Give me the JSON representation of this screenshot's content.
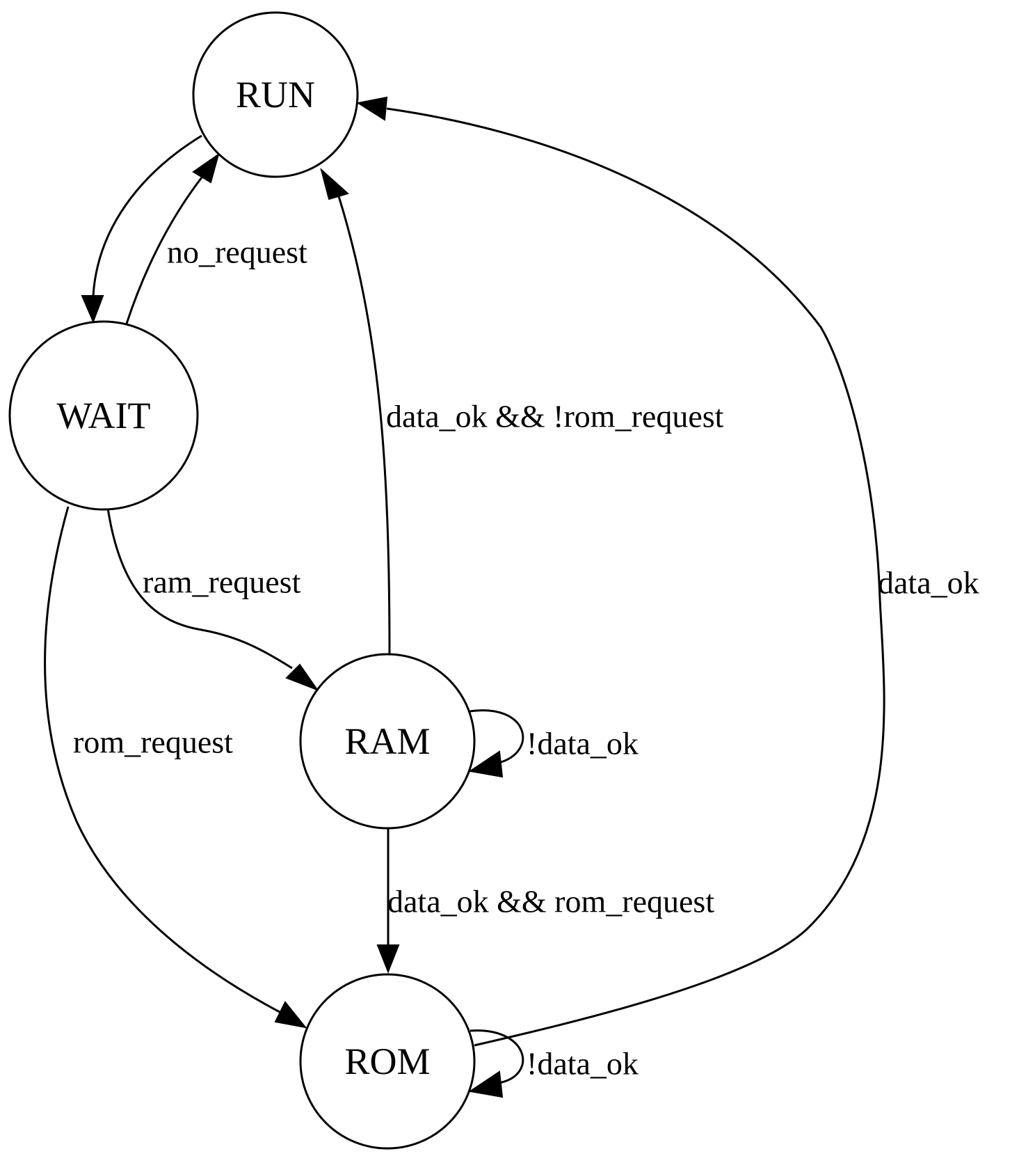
{
  "diagram": {
    "type": "state-machine",
    "line_color": "#000000",
    "background": "#ffffff",
    "nodes": {
      "run": "RUN",
      "wait": "WAIT",
      "ram": "RAM",
      "rom": "ROM"
    },
    "edges": [
      {
        "id": "run-to-wait",
        "from": "RUN",
        "to": "WAIT",
        "label": ""
      },
      {
        "id": "wait-to-run",
        "from": "WAIT",
        "to": "RUN",
        "label": "no_request"
      },
      {
        "id": "ram-to-run",
        "from": "RAM",
        "to": "RUN",
        "label": "data_ok && !rom_request"
      },
      {
        "id": "rom-to-run",
        "from": "ROM",
        "to": "RUN",
        "label": "data_ok"
      },
      {
        "id": "wait-to-ram",
        "from": "WAIT",
        "to": "RAM",
        "label": "ram_request"
      },
      {
        "id": "wait-to-rom",
        "from": "WAIT",
        "to": "ROM",
        "label": "rom_request"
      },
      {
        "id": "ram-self",
        "from": "RAM",
        "to": "RAM",
        "label": "!data_ok"
      },
      {
        "id": "ram-to-rom",
        "from": "RAM",
        "to": "ROM",
        "label": "data_ok && rom_request"
      },
      {
        "id": "rom-self",
        "from": "ROM",
        "to": "ROM",
        "label": "!data_ok"
      }
    ]
  }
}
